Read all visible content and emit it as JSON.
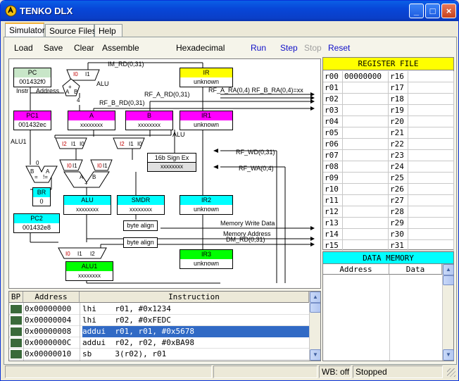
{
  "window": {
    "title": "TENKO DLX",
    "minimize": "_",
    "maximize": "□",
    "close": "×"
  },
  "tabs": [
    "Simulator",
    "Source Files",
    "Help"
  ],
  "toolbar": {
    "load": "Load",
    "save": "Save",
    "clear": "Clear",
    "assemble": "Assemble",
    "hex": "Hexadecimal",
    "run": "Run",
    "step": "Step",
    "stop": "Stop",
    "reset": "Reset"
  },
  "colors": {
    "green_pale": "#c8e6c8",
    "magenta": "#ff00ff",
    "yellow": "#ffff00",
    "cyan": "#00ffff",
    "green": "#00ff00",
    "selected": "#316ac5"
  },
  "diagram": {
    "pc_label": "PC",
    "pc_value": "001432f0",
    "pc1_label": "PC1",
    "pc1_value": "001432ec",
    "a_label": "A",
    "a_value": "xxxxxxxx",
    "b_label": "B",
    "b_value": "xxxxxxxx",
    "ir_label": "IR",
    "ir_value": "unknown",
    "ir1_label": "IR1",
    "ir1_value": "unknown",
    "ir2_label": "IR2",
    "ir2_value": "unknown",
    "ir3_label": "IR3",
    "ir3_value": "unknown",
    "alu_label": "ALU",
    "alu_value": "xxxxxxxx",
    "smdr_label": "SMDR",
    "smdr_value": "xxxxxxxx",
    "pc2_label": "PC2",
    "pc2_value": "001432e8",
    "alu1_label": "ALU1",
    "alu1_value": "xxxxxxxx",
    "br_label": "BR",
    "br_value": "0",
    "signex_label": "16b Sign Ex",
    "signex_value": "xxxxxxxx",
    "byte_align": "byte align",
    "im_rd": "IM_RD(0,31)",
    "alu_text": "ALU",
    "instr": "Instr",
    "address": "Address",
    "four": "4",
    "rf_a_rd": "RF_A_RD(0,31)",
    "rf_b_rd": "RF_B_RD(0,31)",
    "rf_ra": "RF_A_RA(0,4) RF_B_RA(0,4)=xx",
    "alu1_text": "ALU1",
    "rf_wd": "RF_WD(0,31)",
    "rf_wa": "RF_WA(0,4)",
    "mem_wd": "Memory Write Data",
    "mem_addr": "Memory Address",
    "dm_rd": "DM_RD(0,31)",
    "i0": "I0",
    "i1": "I1",
    "i2": "I2",
    "zero": "0",
    "eq": "=",
    "neq": "!=",
    "plus": "+",
    "a_port": "A",
    "b_port": "B"
  },
  "program": {
    "headers": [
      "BP",
      "Address",
      "Instruction"
    ],
    "rows": [
      {
        "addr": "0x00000000",
        "instr": "lhi    r01, #0x1234"
      },
      {
        "addr": "0x00000004",
        "instr": "lhi    r02, #0xFEDC"
      },
      {
        "addr": "0x00000008",
        "instr": "addui  r01, r01, #0x5678"
      },
      {
        "addr": "0x0000000C",
        "instr": "addui  r02, r02, #0xBA98"
      },
      {
        "addr": "0x00000010",
        "instr": "sb     3(r02), r01"
      }
    ]
  },
  "registers": {
    "title": "REGISTER FILE",
    "left": [
      {
        "name": "r00",
        "value": "00000000"
      },
      {
        "name": "r01",
        "value": ""
      },
      {
        "name": "r02",
        "value": ""
      },
      {
        "name": "r03",
        "value": ""
      },
      {
        "name": "r04",
        "value": ""
      },
      {
        "name": "r05",
        "value": ""
      },
      {
        "name": "r06",
        "value": ""
      },
      {
        "name": "r07",
        "value": ""
      },
      {
        "name": "r08",
        "value": ""
      },
      {
        "name": "r09",
        "value": ""
      },
      {
        "name": "r10",
        "value": ""
      },
      {
        "name": "r11",
        "value": ""
      },
      {
        "name": "r12",
        "value": ""
      },
      {
        "name": "r13",
        "value": ""
      },
      {
        "name": "r14",
        "value": ""
      },
      {
        "name": "r15",
        "value": ""
      }
    ],
    "right": [
      {
        "name": "r16",
        "value": ""
      },
      {
        "name": "r17",
        "value": ""
      },
      {
        "name": "r18",
        "value": ""
      },
      {
        "name": "r19",
        "value": ""
      },
      {
        "name": "r20",
        "value": ""
      },
      {
        "name": "r21",
        "value": ""
      },
      {
        "name": "r22",
        "value": ""
      },
      {
        "name": "r23",
        "value": ""
      },
      {
        "name": "r24",
        "value": ""
      },
      {
        "name": "r25",
        "value": ""
      },
      {
        "name": "r26",
        "value": ""
      },
      {
        "name": "r27",
        "value": ""
      },
      {
        "name": "r28",
        "value": ""
      },
      {
        "name": "r29",
        "value": ""
      },
      {
        "name": "r30",
        "value": ""
      },
      {
        "name": "r31",
        "value": ""
      }
    ]
  },
  "datamem": {
    "title": "DATA MEMORY",
    "headers": [
      "Address",
      "Data"
    ]
  },
  "status": {
    "wb": "WB: off",
    "state": "Stopped"
  }
}
